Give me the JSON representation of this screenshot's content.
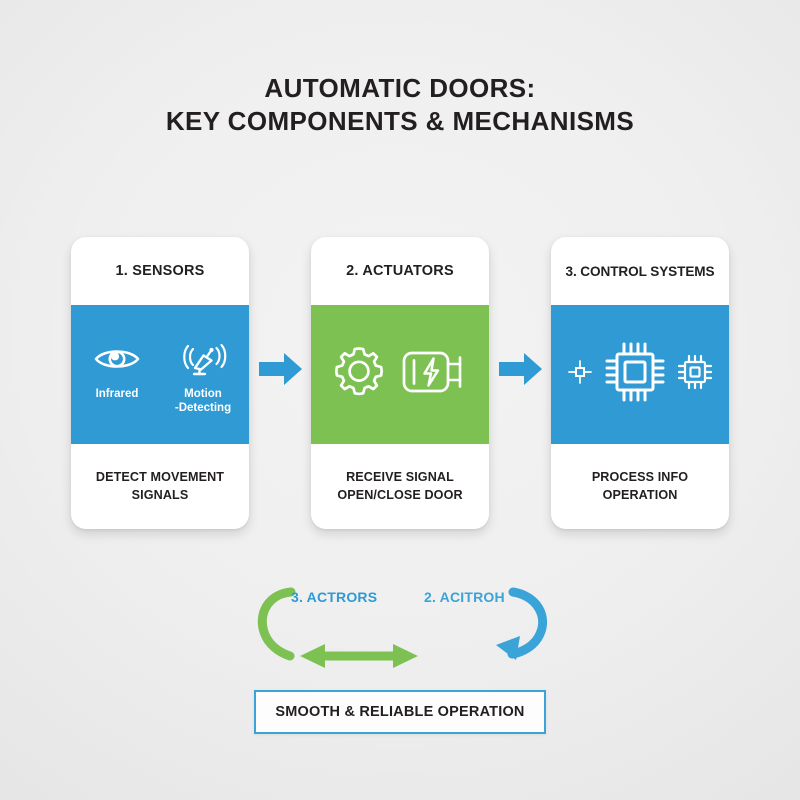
{
  "title": {
    "line1": "AUTOMATIC DOORS:",
    "line2": "KEY COMPONENTS & MECHANISMS"
  },
  "colors": {
    "blue": "#2f9ad3",
    "blue_light": "#3aa3d8",
    "green": "#7ec153",
    "text_dark": "#231f20",
    "card_bg": "#ffffff",
    "background": "#ececec"
  },
  "cards": [
    {
      "title": "1. SENSORS",
      "band_color": "#2f9ad3",
      "icons": [
        {
          "name": "eye-icon",
          "label": "Infrared"
        },
        {
          "name": "motion-sensor-icon",
          "label_line1": "Motion",
          "label_line2": "-Detecting"
        }
      ],
      "footer_line1": "DETECT MOVEMENT",
      "footer_line2": "SIGNALS"
    },
    {
      "title": "2. ACTUATORS",
      "band_color": "#7ec153",
      "icons": [
        {
          "name": "gear-icon"
        },
        {
          "name": "electric-motor-icon"
        }
      ],
      "footer_line1": "RECEIVE SIGNAL",
      "footer_line2": "OPEN/CLOSE DOOR"
    },
    {
      "title": "3. CONTROL SYSTEMS",
      "band_color": "#2f9ad3",
      "icons": [
        {
          "name": "micro-chip-small-icon"
        },
        {
          "name": "cpu-chip-large-icon"
        },
        {
          "name": "chip-medium-icon"
        }
      ],
      "footer_line1": "PROCESS INFO",
      "footer_line2": "OPERATION"
    }
  ],
  "connectors": [
    {
      "name": "arrow-sensors-to-actuators",
      "direction": "right",
      "color": "#2f9ad3"
    },
    {
      "name": "arrow-actuators-to-control",
      "direction": "right",
      "color": "#2f9ad3"
    }
  ],
  "feedback_loop": {
    "left_label": "3. ACTRORS",
    "right_label": "2. ACITROH",
    "left_curve_color": "#7ec153",
    "right_curve_color": "#3aa3d8",
    "middle_arrow_color": "#7ec153",
    "middle_arrow_type": "double-headed"
  },
  "result": {
    "text": "SMOOTH & RELIABLE OPERATION",
    "border_color": "#3aa3d8"
  }
}
